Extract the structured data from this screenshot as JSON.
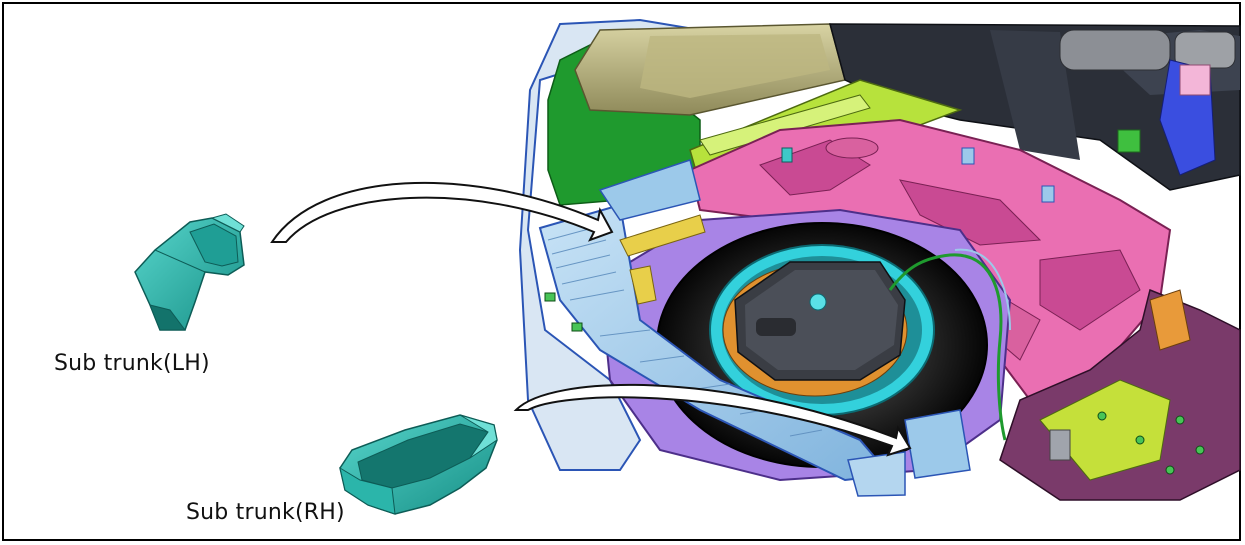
{
  "labels": {
    "sub_trunk_lh": "Sub trunk(LH)",
    "sub_trunk_rh": "Sub trunk(RH)"
  },
  "colors": {
    "part_teal": "#26b3a8",
    "tray_pink": "#ea6fb2",
    "tray_purple": "#a884e6",
    "bumper_blue": "#9cc9ea",
    "lining_green": "#1f9a2e",
    "cover_olive": "#c9c38a",
    "trim_yellow_green": "#b7e23c",
    "tire_black": "#121212",
    "rim_cyan": "#33d1dc",
    "arrow_fill": "#ffffff",
    "arrow_stroke": "#111111"
  },
  "icons": [
    "sub-trunk-lh-part-icon",
    "sub-trunk-rh-part-icon",
    "trunk-assembly-illustration",
    "placement-arrow-icon"
  ]
}
